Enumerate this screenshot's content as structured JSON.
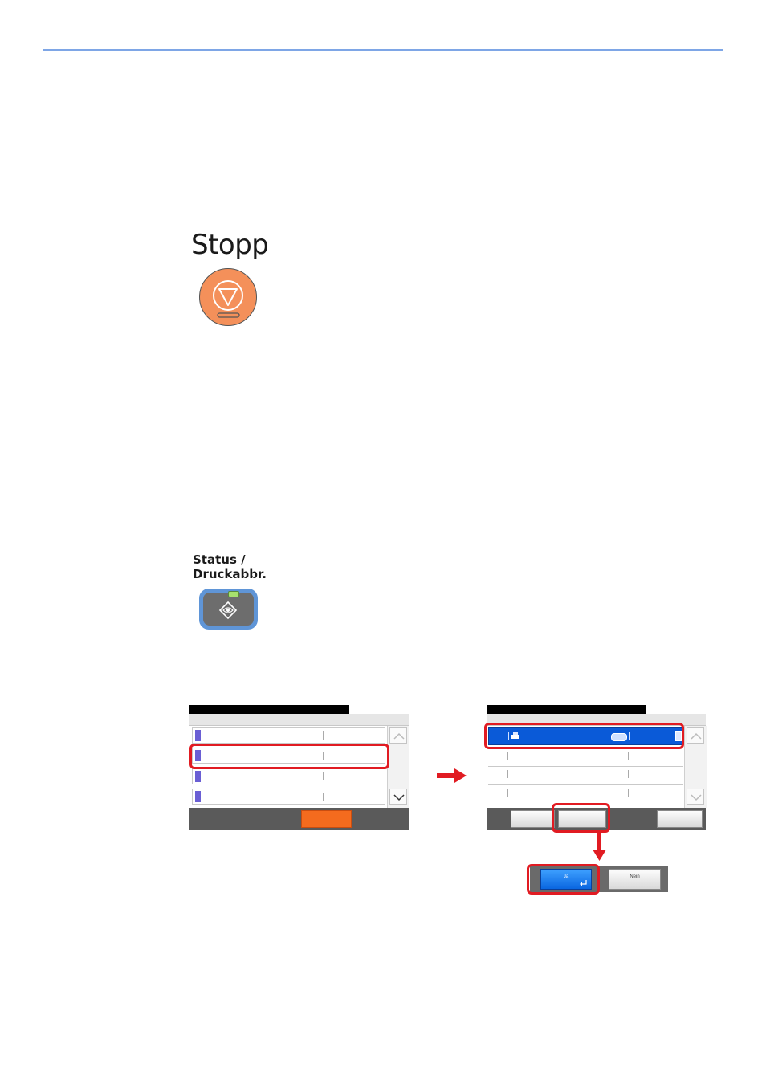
{
  "keys": {
    "stop_label": "Stopp",
    "status_label_line1": "Status /",
    "status_label_line2": "Druckabbr."
  },
  "dialog": {
    "yes_label": "Ja",
    "no_label": "Nein"
  },
  "colors": {
    "accent_line": "#7ea6e6",
    "stop_key": "#f4905a",
    "status_key": "#5f95d7",
    "highlight_red": "#e11b22",
    "selected_row": "#0a5ad8",
    "cancel_button": "#f46b1e"
  },
  "icons": {
    "stop": "stop-triangle-icon",
    "status": "diamond-eye-icon",
    "arrow": "red-arrow-icon",
    "printer": "printer-icon",
    "enter": "enter-return-icon"
  }
}
